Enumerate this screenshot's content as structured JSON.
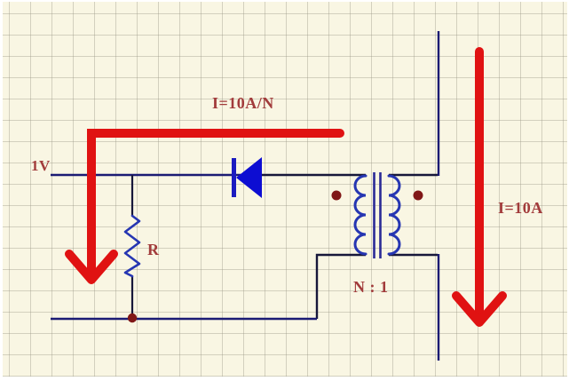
{
  "schematic": {
    "labels": {
      "source_voltage": "1V",
      "primary_current": "I=10A/N",
      "resistor": "R",
      "turns_ratio": "N : 1",
      "secondary_current": "I=10A"
    },
    "colors": {
      "background": "#f9f6e3",
      "grid_line": "#cfccbd",
      "wire": "#1b1b74",
      "wire_dark": "#17173a",
      "diode_body": "#0d0dd2",
      "diode_bar": "#1c1cc0",
      "winding_blue": "#2636b2",
      "core_blue": "#2a2a96",
      "label_red": "#a23b3b",
      "arrow_red": "#e01212",
      "dot_maroon": "#801717"
    }
  }
}
